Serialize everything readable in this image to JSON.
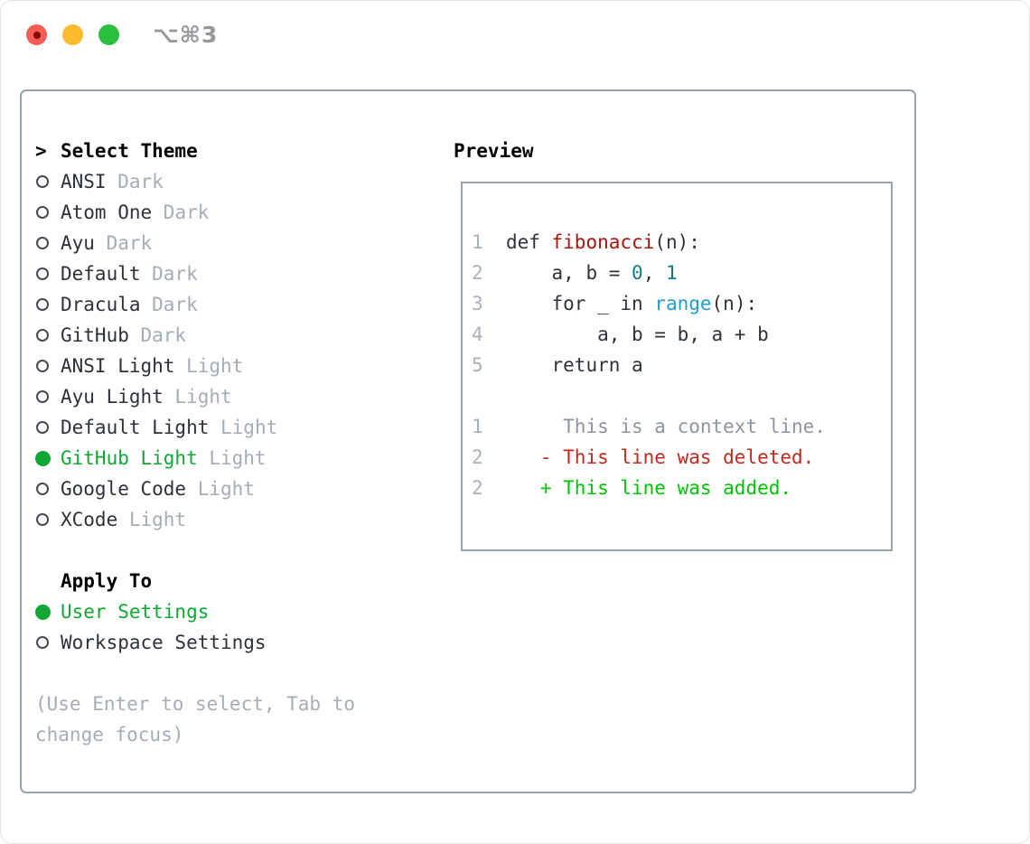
{
  "window": {
    "title": "⌥⌘3"
  },
  "traffic_lights": [
    {
      "name": "close",
      "color": "#f55c54",
      "inner_dot": "#7f0b03"
    },
    {
      "name": "minimize",
      "color": "#fcbb2d"
    },
    {
      "name": "zoom",
      "color": "#2ac03e"
    }
  ],
  "selector": {
    "prompt": ">",
    "title": "Select Theme",
    "themes": [
      {
        "name": "ANSI",
        "tag": "Dark",
        "selected": false
      },
      {
        "name": "Atom One",
        "tag": "Dark",
        "selected": false
      },
      {
        "name": "Ayu",
        "tag": "Dark",
        "selected": false
      },
      {
        "name": "Default",
        "tag": "Dark",
        "selected": false
      },
      {
        "name": "Dracula",
        "tag": "Dark",
        "selected": false
      },
      {
        "name": "GitHub",
        "tag": "Dark",
        "selected": false
      },
      {
        "name": "ANSI Light",
        "tag": "Light",
        "selected": false
      },
      {
        "name": "Ayu Light",
        "tag": "Light",
        "selected": false
      },
      {
        "name": "Default Light",
        "tag": "Light",
        "selected": false
      },
      {
        "name": "GitHub Light",
        "tag": "Light",
        "selected": true
      },
      {
        "name": "Google Code",
        "tag": "Light",
        "selected": false
      },
      {
        "name": "XCode",
        "tag": "Light",
        "selected": false
      }
    ],
    "apply_to": {
      "title": "Apply To",
      "options": [
        {
          "name": "User Settings",
          "selected": true
        },
        {
          "name": "Workspace Settings",
          "selected": false
        }
      ]
    },
    "hint_lines": [
      "(Use Enter to select, Tab to",
      "change focus)"
    ]
  },
  "preview": {
    "title": "Preview",
    "lines": [
      {
        "num": "1",
        "segments": [
          {
            "t": "  def ",
            "c": "d"
          },
          {
            "t": "fibonacci",
            "c": "fn"
          },
          {
            "t": "(n):",
            "c": "d"
          }
        ]
      },
      {
        "num": "2",
        "segments": [
          {
            "t": "      a, b = ",
            "c": "d"
          },
          {
            "t": "0",
            "c": "num"
          },
          {
            "t": ", ",
            "c": "d"
          },
          {
            "t": "1",
            "c": "num"
          }
        ]
      },
      {
        "num": "3",
        "segments": [
          {
            "t": "      for _ in ",
            "c": "d"
          },
          {
            "t": "range",
            "c": "bi"
          },
          {
            "t": "(n):",
            "c": "d"
          }
        ]
      },
      {
        "num": "4",
        "segments": [
          {
            "t": "          a, b = b, a + b",
            "c": "d"
          }
        ]
      },
      {
        "num": "5",
        "segments": [
          {
            "t": "      return a",
            "c": "d"
          }
        ]
      },
      {
        "num": "",
        "segments": []
      },
      {
        "num": "1",
        "segments": [
          {
            "t": "       This is a context line.",
            "c": "ctx"
          }
        ]
      },
      {
        "num": "2",
        "segments": [
          {
            "t": "     - This line was deleted.",
            "c": "del"
          }
        ]
      },
      {
        "num": "2",
        "segments": [
          {
            "t": "     + This line was added.",
            "c": "add"
          }
        ]
      }
    ]
  },
  "colors": {
    "selection_green": "#12a734",
    "added_green": "#02c306",
    "deleted_red": "#c3281c",
    "function_red": "#a8150b",
    "number_teal": "#0e7e87",
    "builtin_blue": "#1e9cd3",
    "muted_gray": "#a4adb8",
    "text_dark": "#2c323a",
    "panel_border": "#99a2ac"
  }
}
